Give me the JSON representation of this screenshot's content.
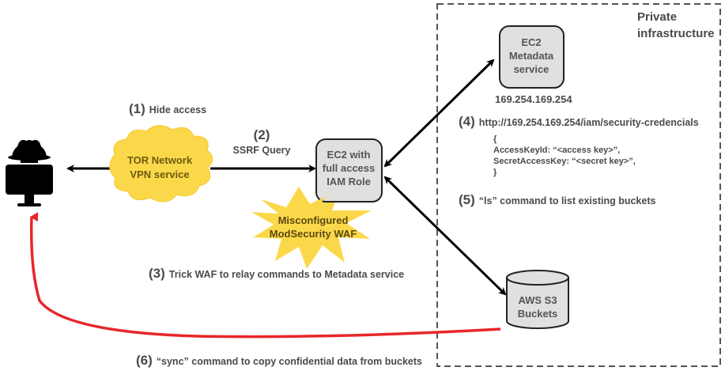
{
  "diagram": {
    "zone": {
      "label_line1": "Private",
      "label_line2": "infrastructure"
    },
    "nodes": {
      "attacker": {
        "icon": "hacker-icon"
      },
      "tor": {
        "line1": "TOR Network",
        "line2": "VPN service"
      },
      "ec2_iam": {
        "line1": "EC2 with",
        "line2": "full access",
        "line3": "IAM Role"
      },
      "waf": {
        "line1": "Misconfigured",
        "line2": "ModSecurity WAF"
      },
      "metadata": {
        "line1": "EC2",
        "line2": "Metadata",
        "line3": "service",
        "ip": "169.254.169.254"
      },
      "s3": {
        "line1": "AWS S3",
        "line2": "Buckets"
      }
    },
    "steps": {
      "s1": {
        "num": "(1)",
        "text": "Hide access"
      },
      "s2": {
        "num": "(2)",
        "text": "SSRF Query"
      },
      "s3": {
        "num": "(3)",
        "text": "Trick WAF to relay commands to Metadata service"
      },
      "s4": {
        "num": "(4)",
        "text": "http://169.254.169.254/iam/security-credencials"
      },
      "s5": {
        "num": "(5)",
        "text": "“ls” command to list existing buckets"
      },
      "s6": {
        "num": "(6)",
        "text": "“sync” command to copy confidential data from buckets"
      }
    },
    "credentials": {
      "open": "{",
      "line1": "AccessKeyId: “<access key>”,",
      "line2": "SecretAccessKey: “<secret key>”,",
      "close": "}"
    },
    "colors": {
      "cloud": "#fbd84a",
      "waf": "#fbd84a",
      "box": "#e0e0de",
      "exfil_arrow": "#e8262a",
      "zone_border": "#555555"
    }
  }
}
